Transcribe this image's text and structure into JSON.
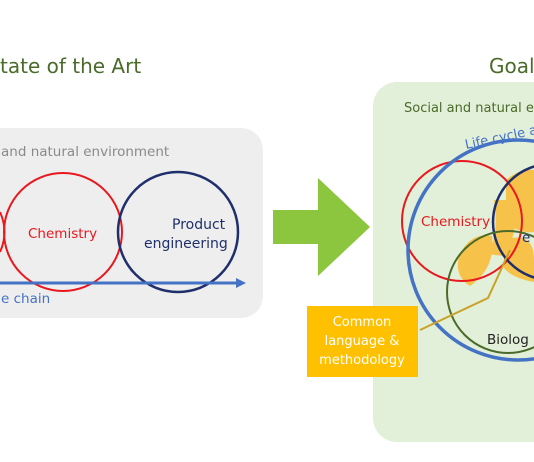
{
  "left_panel": {
    "title": "tate of the Art",
    "environment_label": "and natural environment",
    "chemistry_label": "Chemistry",
    "product_label_line1": "Product",
    "product_label_line2": "engineering",
    "value_chain_label": "e chain"
  },
  "right_panel": {
    "title": "Goal",
    "environment_label": "Social and natural e",
    "life_cycle_label": "Life cycle a",
    "chemistry_label": "Chemistry",
    "engineering_label_fragment": "e",
    "biology_label": "Biolog",
    "common_label_line1": "Common",
    "common_label_line2": "language &",
    "common_label_line3": "methodology"
  },
  "colors": {
    "left_panel_bg": "#eeeeee",
    "right_panel_bg": "#e2efd9",
    "chemistry_red": "#e8181e",
    "product_navy": "#1f2f6b",
    "value_chain_blue": "#4472c4",
    "arrow_green": "#8cc63f",
    "overlap_yellow": "#f7c24a",
    "biology_green": "#4a6b2a",
    "common_box": "#ffc000"
  }
}
